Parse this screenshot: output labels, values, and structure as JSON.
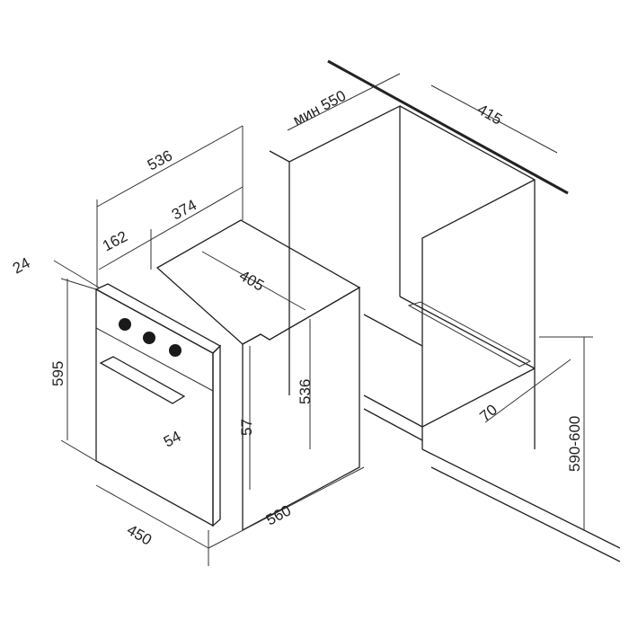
{
  "diagram": {
    "colors": {
      "line": "#222222",
      "oven_face": "#e6e6e6",
      "oven_top": "#dcdcdc",
      "knob": "#1a1a1a",
      "background": "#ffffff"
    },
    "oven_dimensions": {
      "overall_depth": "536",
      "body_depth": "374",
      "panel_depth_offset": "162",
      "panel_thickness": "24",
      "front_height": "595",
      "top_width": "405",
      "body_height": "536",
      "door_to_body": "57",
      "door_offset": "54",
      "front_width_label": "450",
      "body_width_label": "560"
    },
    "cabinet_dimensions": {
      "min_depth": "мин 550",
      "niche_width": "415",
      "vent_depth": "70",
      "niche_height": "590-600"
    }
  }
}
